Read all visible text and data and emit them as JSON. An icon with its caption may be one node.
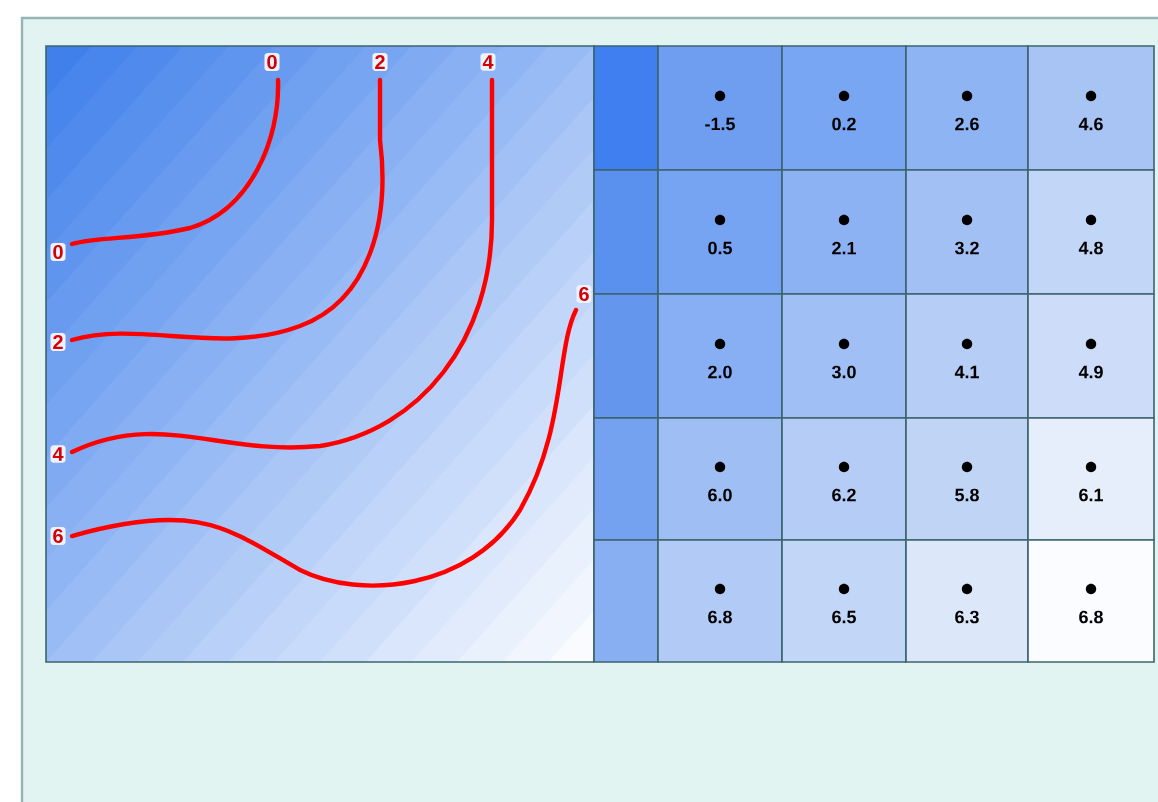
{
  "diagram": {
    "labels": [
      "0",
      "2",
      "4",
      "0",
      "6",
      "2",
      "4",
      "6",
      "-1.5",
      "0.2",
      "2.6",
      "4.6",
      "0.5",
      "2.1",
      "3.2",
      "4.8",
      "2.0",
      "3.0",
      "4.1",
      "4.9",
      "6.0",
      "6.2",
      "5.8",
      "6.1",
      "6.8",
      "6.5",
      "6.3",
      "6.8"
    ]
  }
}
